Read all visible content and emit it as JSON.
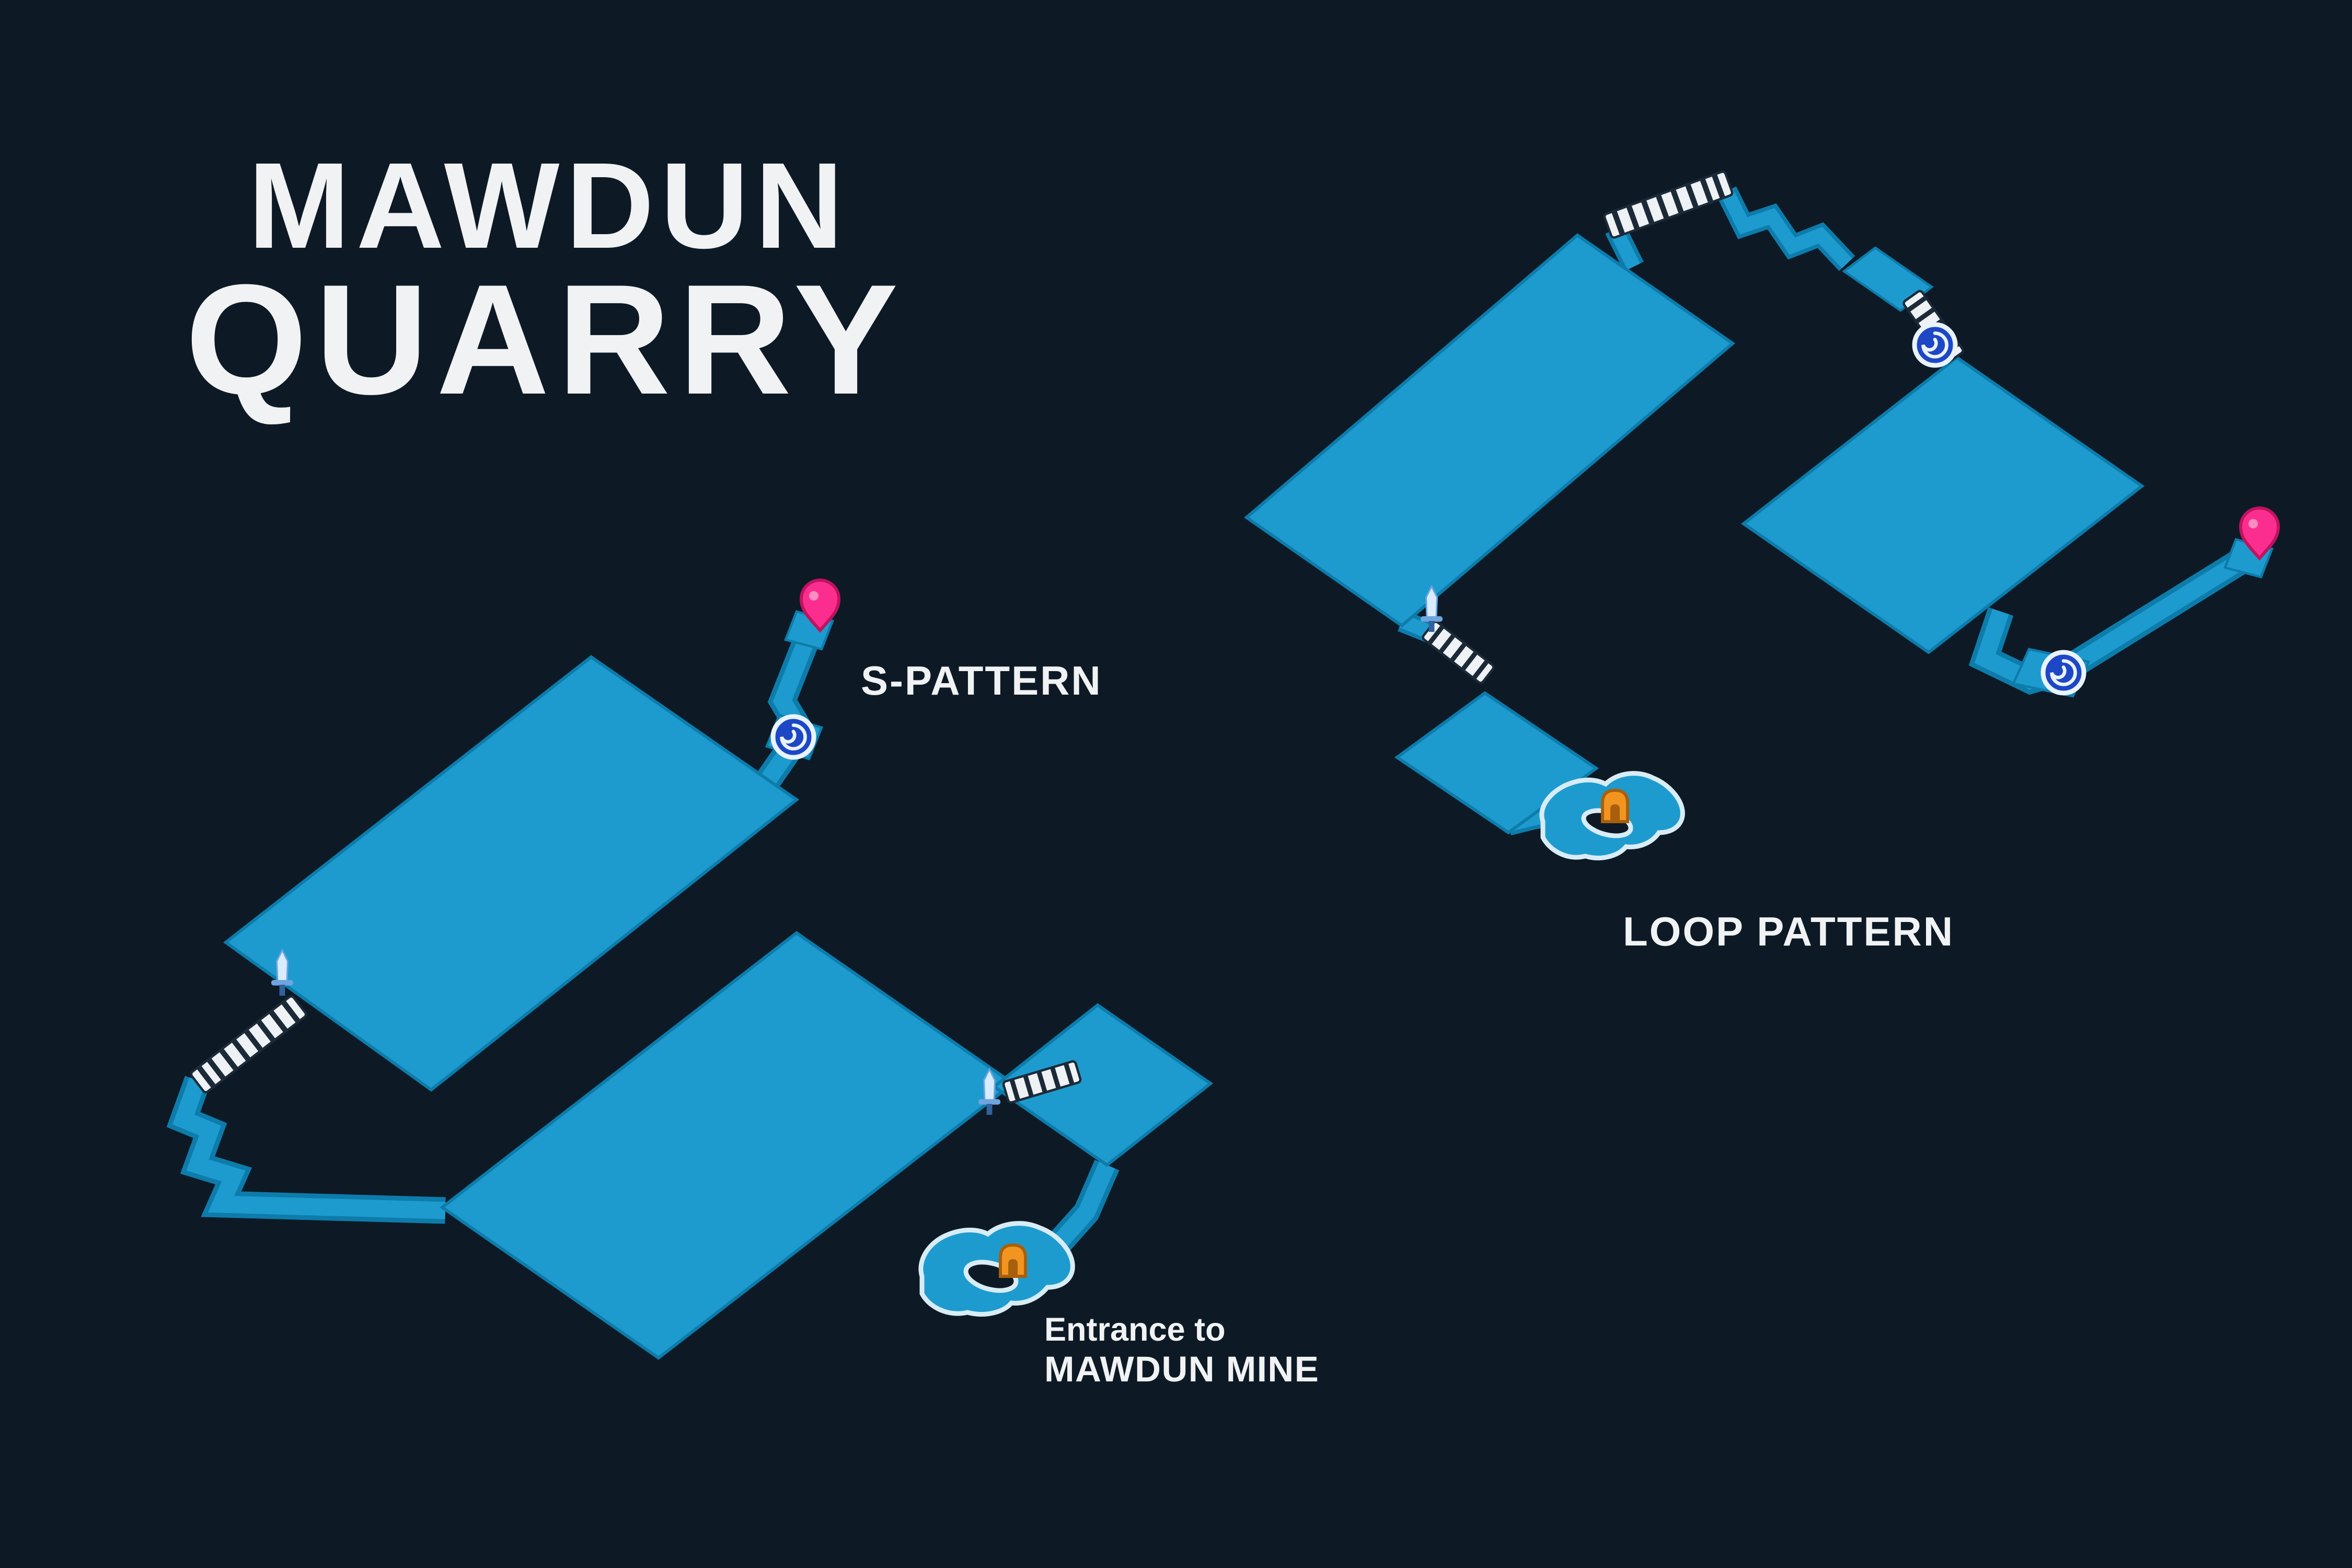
{
  "title": {
    "line1": "MAWDUN",
    "line2": "QUARRY"
  },
  "labels": {
    "s_pattern": "S-PATTERN",
    "loop_pattern": "LOOP PATTERN",
    "entrance_line1": "Entrance to",
    "entrance_line2": "MAWDUN MINE"
  },
  "icons": {
    "pin": "destination-pin-icon",
    "swirl": "landmark-swirl-icon",
    "ladder": "ladder-icon",
    "sword": "sword-icon",
    "entrance": "mine-entrance-icon"
  },
  "colors": {
    "bg": "#0d1a26",
    "map_fill": "#1d9bce",
    "map_stroke": "#0d7cab",
    "loop_outline": "#d8ecf6",
    "ladder_fill": "#eef2f5",
    "ladder_rung": "#1c2a38",
    "swirl_fill": "#1e47c6",
    "swirl_ring": "#e9f3fb",
    "marker_pink": "#fb2e8f",
    "marker_pink_dark": "#c0135f",
    "marker_pink_light": "#ff8cc0",
    "marker_orange": "#f29420",
    "marker_orange_dark": "#a85f0c",
    "sword_blade": "#d9ecff",
    "sword_accent": "#6ea4e0",
    "sword_hilt": "#31619f",
    "text": "#f1f2f3"
  }
}
